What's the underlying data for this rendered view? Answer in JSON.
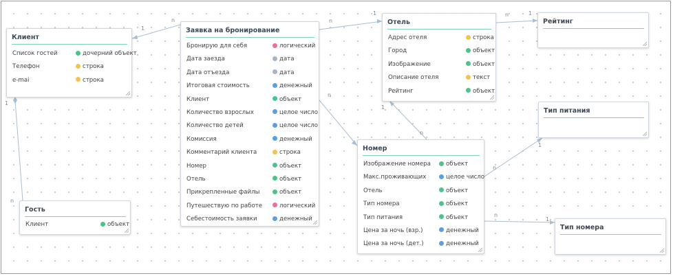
{
  "colors": {
    "логический": "#ee6f92",
    "дата": "#a4b4c6",
    "денежный": "#5c9fe0",
    "объект": "#4cc38a",
    "целое число": "#5c9fe0",
    "строка": "#f3c44d",
    "текст": "#f3c44d",
    "дочерний объект": "#4cc38a"
  },
  "entities": [
    {
      "key": "client",
      "title": "Клиент",
      "fields": [
        {
          "name": "Список гостей",
          "type": "дочерний объект"
        },
        {
          "name": "Телефон",
          "type": "строка"
        },
        {
          "name": "e-mai",
          "type": "строка"
        }
      ]
    },
    {
      "key": "booking",
      "title": "Заявка на бронирование",
      "fields": [
        {
          "name": "Бронирую для себя",
          "type": "логический"
        },
        {
          "name": "Дата заезда",
          "type": "дата"
        },
        {
          "name": "Дата отъезда",
          "type": "дата"
        },
        {
          "name": "Итоговая стоимость",
          "type": "денежный"
        },
        {
          "name": "Клиент",
          "type": "объект"
        },
        {
          "name": "Количество взрослых",
          "type": "целое число"
        },
        {
          "name": "Количество детей",
          "type": "целое число"
        },
        {
          "name": "Комиссия",
          "type": "денежный"
        },
        {
          "name": "Комментарий клиента",
          "type": "строка"
        },
        {
          "name": "Номер",
          "type": "объект"
        },
        {
          "name": "Отель",
          "type": "объект"
        },
        {
          "name": "Прикрепленные файлы",
          "type": "объект"
        },
        {
          "name": "Путешествую по работе",
          "type": "логический"
        },
        {
          "name": "Себестоимость заявки",
          "type": "денежный"
        }
      ]
    },
    {
      "key": "hotel",
      "title": "Отель",
      "fields": [
        {
          "name": "Адрес отеля",
          "type": "строка"
        },
        {
          "name": "Город",
          "type": "объект"
        },
        {
          "name": "Изображение",
          "type": "объект"
        },
        {
          "name": "Описание отеля",
          "type": "текст"
        },
        {
          "name": "Рейтинг",
          "type": "объект"
        }
      ]
    },
    {
      "key": "rating",
      "title": "Рейтинг",
      "fields": []
    },
    {
      "key": "meal",
      "title": "Тип питания",
      "fields": []
    },
    {
      "key": "room",
      "title": "Номер",
      "fields": [
        {
          "name": "Изображение номера",
          "type": "объект"
        },
        {
          "name": "Макс.проживающих",
          "type": "целое число"
        },
        {
          "name": "Отель",
          "type": "объект"
        },
        {
          "name": "Тип номера",
          "type": "объект"
        },
        {
          "name": "Тип питания",
          "type": "объект"
        },
        {
          "name": "Цена за ночь (взр.)",
          "type": "денежный"
        },
        {
          "name": "Цена за ночь (дет.)",
          "type": "денежный"
        }
      ]
    },
    {
      "key": "guest",
      "title": "Гость",
      "fields": [
        {
          "name": "Клиент",
          "type": "объект"
        }
      ]
    },
    {
      "key": "roomtype",
      "title": "Тип номера",
      "fields": []
    }
  ],
  "relations": [
    {
      "from": "booking",
      "to": "client",
      "from_label": "n",
      "to_label": "1"
    },
    {
      "from": "booking",
      "to": "hotel",
      "from_label": "n",
      "to_label": "1"
    },
    {
      "from": "hotel",
      "to": "rating",
      "from_label": "n",
      "to_label": "1"
    },
    {
      "from": "booking",
      "to": "room",
      "from_label": "n",
      "to_label": ""
    },
    {
      "from": "room",
      "to": "hotel",
      "from_label": "n",
      "to_label": "1"
    },
    {
      "from": "room",
      "to": "meal",
      "from_label": "n",
      "to_label": "1"
    },
    {
      "from": "room",
      "to": "roomtype",
      "from_label": "n",
      "to_label": "1"
    },
    {
      "from": "client",
      "to": "guest",
      "from_label": "1",
      "to_label": "n"
    }
  ]
}
